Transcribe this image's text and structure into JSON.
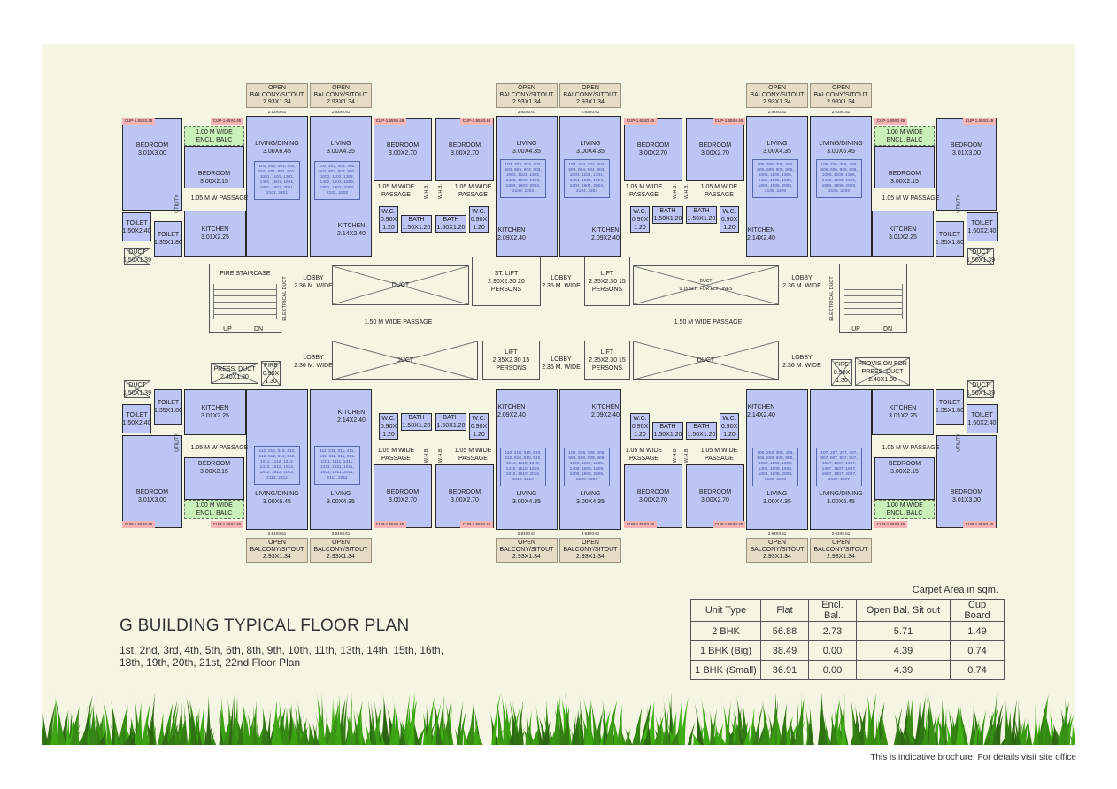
{
  "title": "G BUILDING TYPICAL FLOOR PLAN",
  "subtitle": "1st, 2nd, 3rd, 4th, 5th, 6th, 8th, 9th, 10th, 11th, 13th, 14th, 15th, 16th, 18th, 19th, 20th, 21st, 22nd Floor Plan",
  "footer": "This is indicative brochure. For details visit site office",
  "colors": {
    "room": "#bcc5f3",
    "balcony": "#e6dcc6",
    "enclosed_balcony": "#c9f0b9",
    "cupboard": "#f7b4b4",
    "background": "#f4f5e2"
  },
  "wing_rooms": [
    {
      "name": "BEDROOM",
      "size": "3.01X3.00"
    },
    {
      "name": "1.00 M WIDE",
      "size": "ENCL. BALC"
    },
    {
      "name": "BEDROOM",
      "size": "3.00X2.15"
    },
    {
      "name": "LIVING/DINING",
      "size": "3.00X6.45"
    },
    {
      "name": "TOILET",
      "size": "1.50X2.40"
    },
    {
      "name": "TOILET",
      "size": "1.35X1.80"
    },
    {
      "name": "KITCHEN",
      "size": "3.01X2.25"
    },
    {
      "name": "DUCT",
      "size": "1.50X1.39"
    },
    {
      "name": "LIVING",
      "size": "3.00X4.35"
    },
    {
      "name": "KITCHEN",
      "size": "2.14X2.40"
    },
    {
      "name": "BEDROOM",
      "size": "3.00X2.70"
    },
    {
      "name": "BEDROOM",
      "size": "3.00X2.70"
    },
    {
      "name": "W.C.",
      "size": "0.90X 1.20"
    },
    {
      "name": "BATH",
      "size": "1.50X1.20"
    },
    {
      "name": "BATH",
      "size": "1.50X1.20"
    },
    {
      "name": "W.C.",
      "size": "0.90X 1.20"
    },
    {
      "name": "LIVING",
      "size": "3.00X4.35"
    },
    {
      "name": "KITCHEN",
      "size": "2.09X2.40"
    },
    {
      "name": "LIVING",
      "size": "3.00X4.35"
    },
    {
      "name": "KITCHEN",
      "size": "2.09X2.40"
    },
    {
      "name": "BEDROOM",
      "size": "3.00X2.70"
    },
    {
      "name": "BEDROOM",
      "size": "3.00X2.70"
    },
    {
      "name": "W.C.",
      "size": "0.90X 1.20"
    },
    {
      "name": "BATH",
      "size": "1.50X1.20"
    },
    {
      "name": "BATH",
      "size": "1.50X1.20"
    },
    {
      "name": "W.C.",
      "size": "0.90X 1.20"
    },
    {
      "name": "LIVING",
      "size": "3.00X4.35"
    },
    {
      "name": "KITCHEN",
      "size": "2.14X2.40"
    },
    {
      "name": "LIVING/DINING",
      "size": "3.00X6.45"
    },
    {
      "name": "1.00 M WIDE",
      "size": "ENCL. BALC"
    },
    {
      "name": "BEDROOM",
      "size": "3.00X2.15"
    },
    {
      "name": "BEDROOM",
      "size": "3.01X3.00"
    },
    {
      "name": "TOILET",
      "size": "1.50X2.40"
    },
    {
      "name": "TOILET",
      "size": "1.35X1.80"
    },
    {
      "name": "KITCHEN",
      "size": "3.01X2.25"
    },
    {
      "name": "DUCT",
      "size": "1.50X1.39"
    },
    {
      "name": "OPEN",
      "size": "BALCONY/SITOUT 2.93X1.34"
    },
    {
      "name": "OPEN",
      "size": "BALCONY/SITOUT 2.93X1.34"
    },
    {
      "name": "OPEN",
      "size": "BALCONY/SITOUT 2.93X1.34"
    },
    {
      "name": "OPEN",
      "size": "BALCONY/SITOUT 2.93X1.34"
    },
    {
      "name": "OPEN",
      "size": "BALCONY/SITOUT 2.93X1.34"
    },
    {
      "name": "OPEN",
      "size": "BALCONY/SITOUT 2.93X1.34"
    }
  ],
  "wing_labels": {
    "cupboard": "CUP-1.65X0.45",
    "balcony_strip": "2.93X0.61",
    "passage_w": "1.05 M W PASSAGE",
    "passage_wide": "1.05 M WIDE PASSAGE",
    "utility": "UTILITY",
    "whb": "W.H.B."
  },
  "flats_top": [
    "101, 201, 301, 401, 501, 601, 801, 901, 1001, 1101, 1301, 1401, 1501, 1601, 1801, 1901, 2001, 2101, 2201",
    "102, 202, 302, 402, 502, 602, 802, 902, 1002, 1102, 1302, 1402, 1502, 1602, 1802, 1902, 2002, 2102, 2202",
    "103, 203, 303, 403, 503, 603, 803, 903, 1003, 1103, 1303, 1403, 1503, 1603, 1803, 1903, 2003, 2103, 2203",
    "104, 204, 304, 404, 504, 604, 804, 904, 1004, 1104, 1304, 1404, 1504, 1604, 1804, 1904, 2004, 2104, 2204",
    "105, 205, 305, 405, 505, 605, 805, 905, 1005, 1105, 1305, 1405, 1505, 1605, 1805, 1905, 2005, 2105, 2205",
    "106, 206, 306, 406, 506, 606, 806, 906, 1006, 1106, 1306, 1406, 1506, 1606, 1806, 1906, 2006, 2106, 2206"
  ],
  "flats_bottom": [
    "112, 212, 312, 412, 512, 612, 812, 912, 1012, 1112, 1312, 1412, 1512, 1612, 1812, 1912, 2012, 2112, 2212",
    "111, 211, 311, 411, 511, 611, 811, 911, 1011, 1111, 1311, 1411, 1511, 1611, 1811, 1911, 2011, 2111, 2211",
    "110, 210, 310, 410, 510, 610, 810, 910, 1010, 1110, 1310, 1410, 1510, 1610, 1810, 1910, 2010, 2110, 2210",
    "109, 209, 309, 409, 509, 609, 809, 909, 1009, 1109, 1309, 1409, 1509, 1609, 1809, 1909, 2009, 2109, 2209",
    "108, 208, 308, 408, 508, 608, 808, 908, 1008, 1108, 1308, 1408, 1508, 1608, 1808, 1908, 2008, 2108, 2208",
    "107, 207, 307, 407, 507, 607, 807, 907, 1007, 1107, 1307, 1407, 1507, 1607, 1807, 1907, 2007, 2107, 2207"
  ],
  "core": [
    {
      "name": "FIRE STAIRCASE",
      "size": ""
    },
    {
      "name": "ELECTRICAL DUCT",
      "size": ""
    },
    {
      "name": "LOBBY",
      "size": "2.36 M. WIDE"
    },
    {
      "name": "DUCT",
      "size": ""
    },
    {
      "name": "ST. LIFT",
      "size": "2.90X2.30 20 PERSONS"
    },
    {
      "name": "LOBBY",
      "size": "2.35 M. WIDE"
    },
    {
      "name": "LIFT",
      "size": "2.35X2.30 15 PERSONS"
    },
    {
      "name": "DUCT",
      "size": "0.15 SLIT FOR ELV LINES"
    },
    {
      "name": "LOBBY",
      "size": "2.36 M. WIDE"
    },
    {
      "name": "ELECTRICAL DUCT",
      "size": ""
    },
    {
      "name": "",
      "size": ""
    },
    {
      "name": "1.50 M WIDE PASSAGE",
      "size": ""
    },
    {
      "name": "1.50 M WIDE PASSAGE",
      "size": ""
    },
    {
      "name": "UP",
      "size": ""
    },
    {
      "name": "DN",
      "size": ""
    },
    {
      "name": "UP",
      "size": ""
    },
    {
      "name": "DN",
      "size": ""
    },
    {
      "name": "LOBBY",
      "size": "2.36 M. WIDE"
    },
    {
      "name": "DUCT",
      "size": ""
    },
    {
      "name": "LIFT",
      "size": "2.35X2.30 15 PERSONS"
    },
    {
      "name": "LOBBY",
      "size": "2.36 M. WIDE"
    },
    {
      "name": "LIFT",
      "size": "2.35X2.30 15 PERSONS"
    },
    {
      "name": "DUCT",
      "size": ""
    },
    {
      "name": "LOBBY",
      "size": "2.36 M. WIDE"
    },
    {
      "name": "PRESS. DUCT",
      "size": "2.40X1.30"
    },
    {
      "name": "FIRE",
      "size": "0.90X 1.30"
    },
    {
      "name": "FIRE",
      "size": "0.90X 1.30"
    },
    {
      "name": "PROVISION FOR PRESS. DUCT",
      "size": "2.40X1.30"
    }
  ],
  "area_table": {
    "caption": "Carpet Area in sqm.",
    "headers": [
      "Unit Type",
      "Flat",
      "Encl. Bal.",
      "Open Bal. Sit out",
      "Cup Board"
    ],
    "rows": [
      [
        "2 BHK",
        "56.88",
        "2.73",
        "5.71",
        "1.49"
      ],
      [
        "1 BHK (Big)",
        "38.49",
        "0.00",
        "4.39",
        "0.74"
      ],
      [
        "1 BHK (Small)",
        "36.91",
        "0.00",
        "4.39",
        "0.74"
      ]
    ]
  }
}
